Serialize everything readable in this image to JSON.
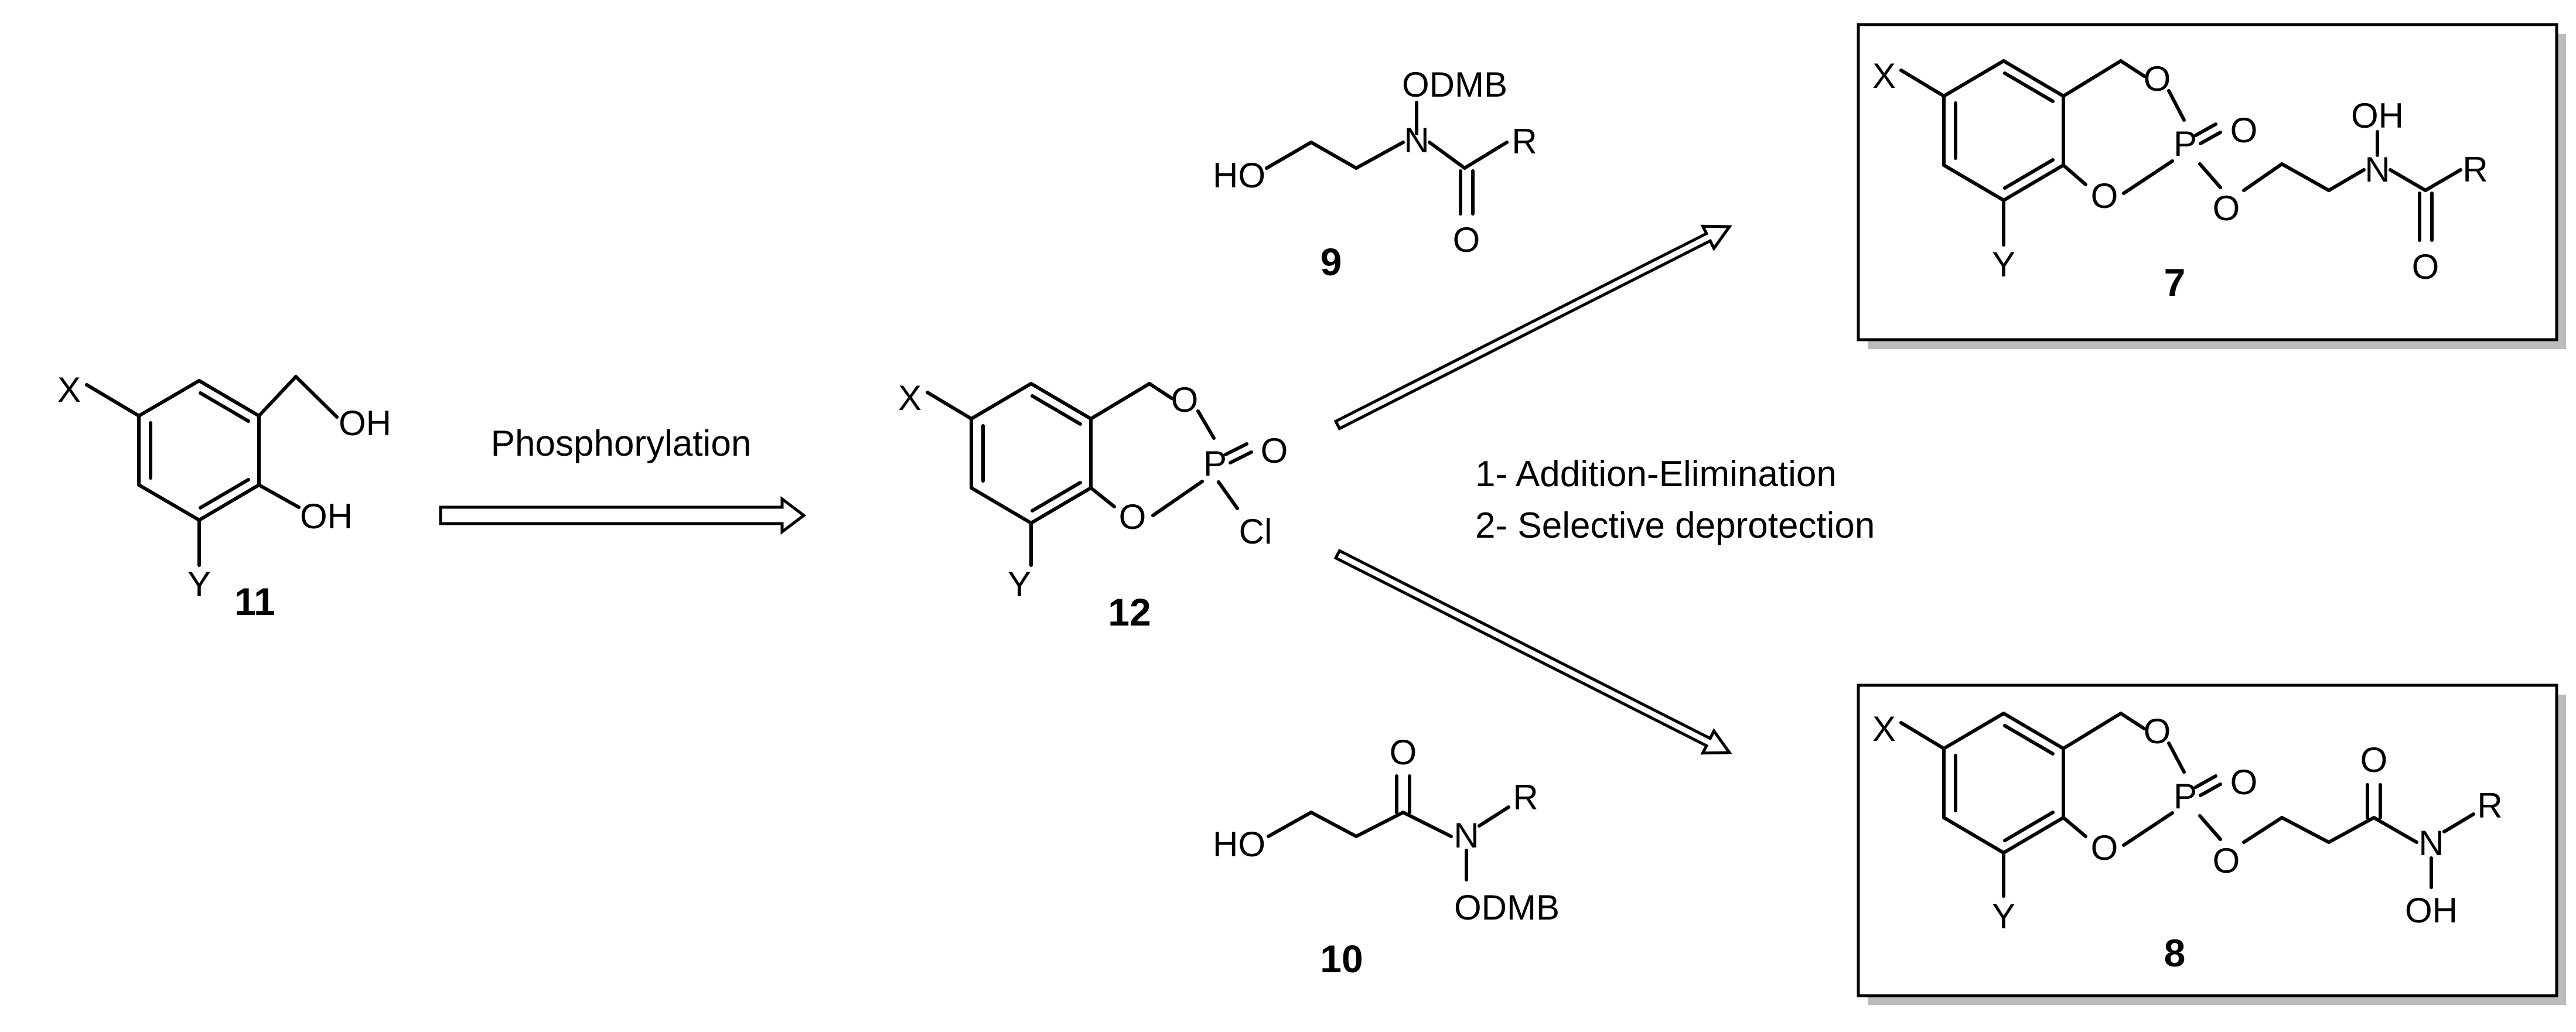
{
  "compounds": {
    "c11": {
      "number": "11",
      "atoms": {
        "X": "X",
        "Y": "Y",
        "OH1": "OH",
        "OH2": "OH"
      }
    },
    "c12": {
      "number": "12",
      "atoms": {
        "X": "X",
        "Y": "Y",
        "O1": "O",
        "O2": "O",
        "P": "P",
        "Oeq": "O",
        "Cl": "Cl"
      }
    },
    "c9": {
      "number": "9",
      "atoms": {
        "HO": "HO",
        "N": "N",
        "ODMB": "ODMB",
        "O": "O",
        "R": "R"
      }
    },
    "c10": {
      "number": "10",
      "atoms": {
        "HO": "HO",
        "N": "N",
        "ODMB": "ODMB",
        "O": "O",
        "R": "R"
      }
    },
    "c7": {
      "number": "7",
      "atoms": {
        "X": "X",
        "Y": "Y",
        "O1": "O",
        "O2": "O",
        "P": "P",
        "Oeq": "O",
        "O3": "O",
        "N": "N",
        "OH": "OH",
        "O": "O",
        "R": "R"
      }
    },
    "c8": {
      "number": "8",
      "atoms": {
        "X": "X",
        "Y": "Y",
        "O1": "O",
        "O2": "O",
        "P": "P",
        "Oeq": "O",
        "O3": "O",
        "N": "N",
        "OH": "OH",
        "O": "O",
        "R": "R"
      }
    }
  },
  "conditions": {
    "step1": "Phosphorylation",
    "step2_line1": "1- Addition-Elimination",
    "step2_line2": "2- Selective deprotection"
  }
}
